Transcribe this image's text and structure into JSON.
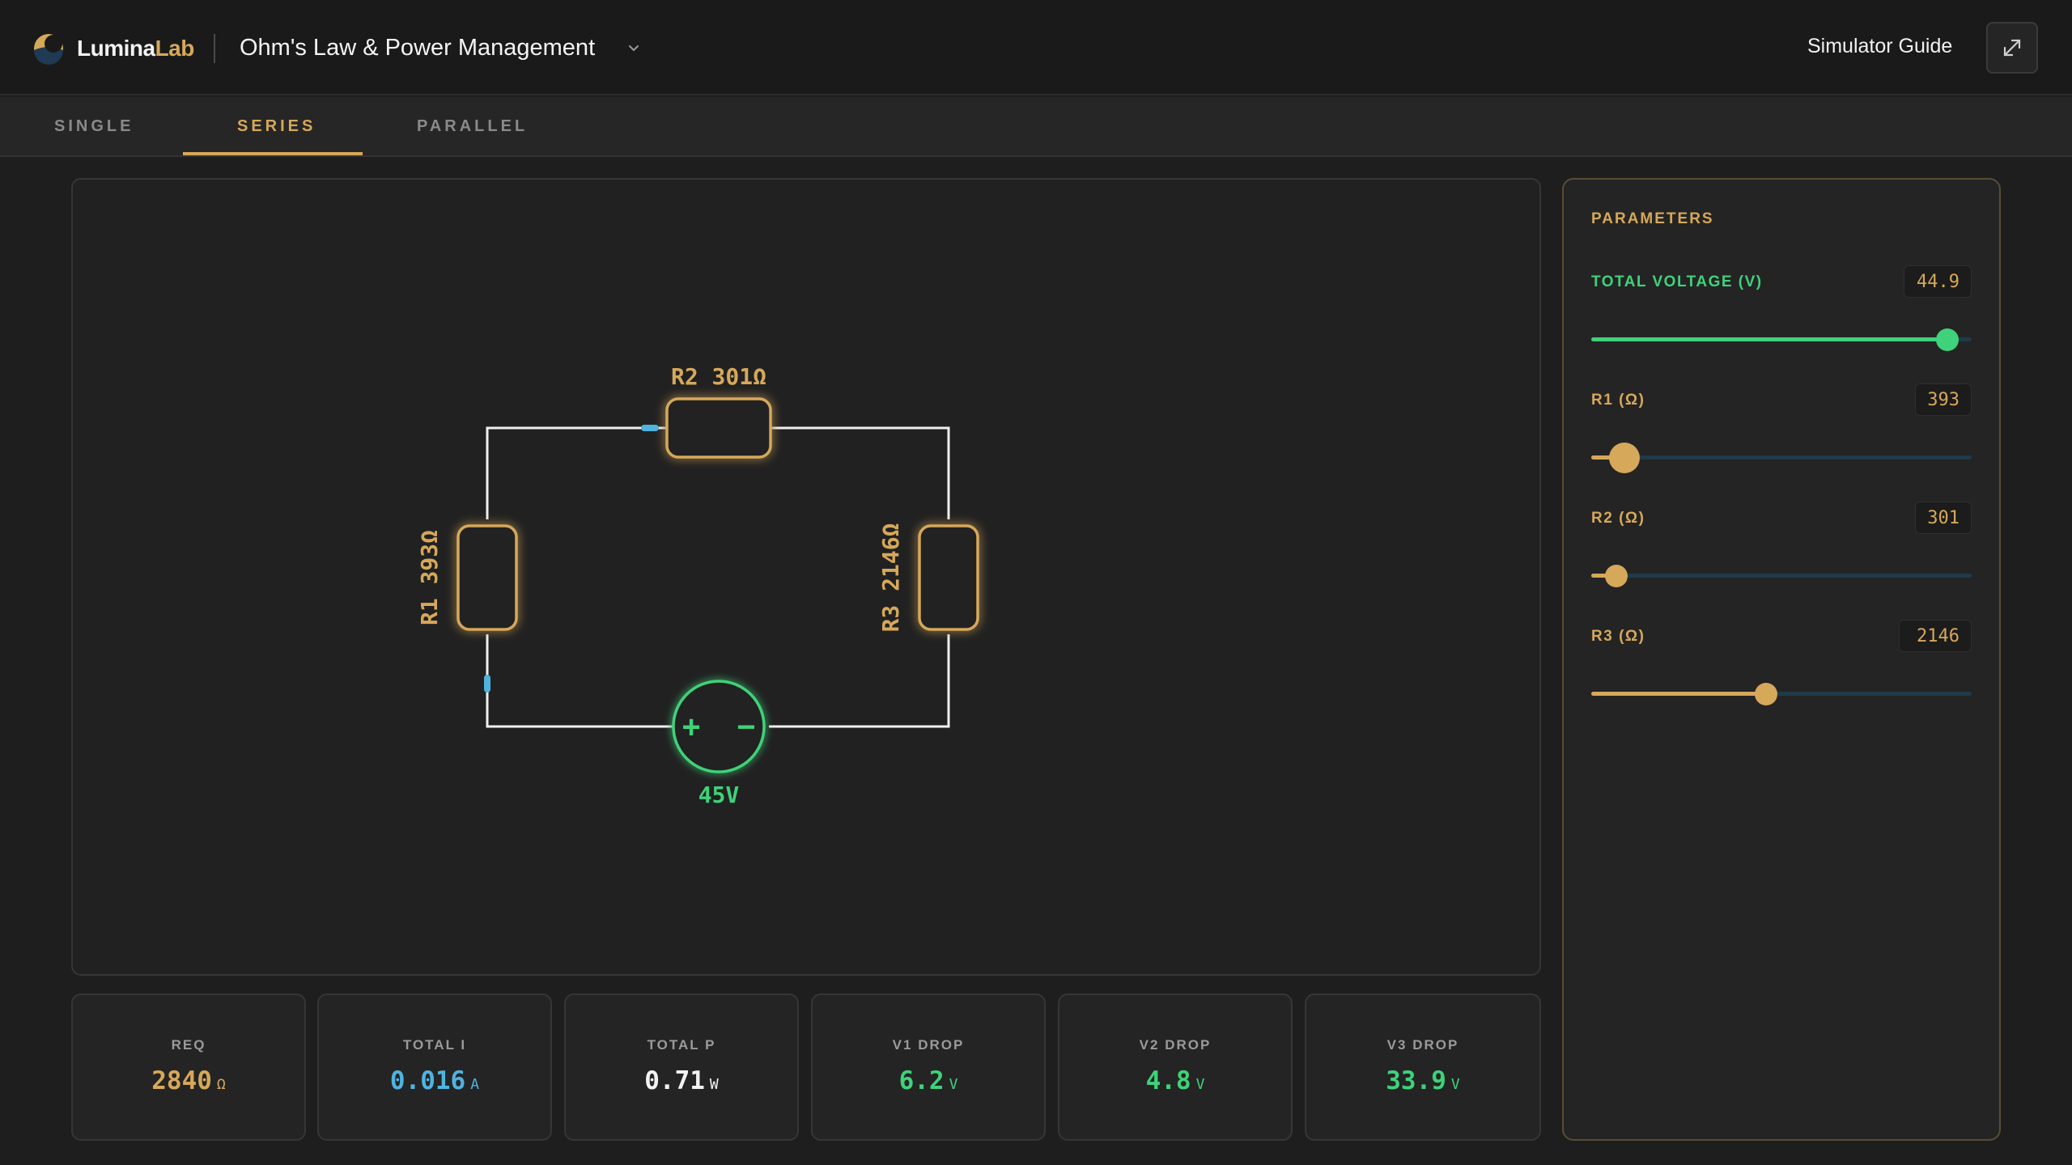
{
  "header": {
    "brand_part1": "Lumina",
    "brand_part2": "Lab",
    "simulation_title": "Ohm's Law & Power Management",
    "guide_label": "Simulator Guide"
  },
  "tabs": [
    {
      "label": "SINGLE",
      "active": false
    },
    {
      "label": "SERIES",
      "active": true
    },
    {
      "label": "PARALLEL",
      "active": false
    }
  ],
  "circuit": {
    "r1_label": "R1 393Ω",
    "r2_label": "R2 301Ω",
    "r3_label": "R3 2146Ω",
    "source_label": "45V",
    "source_plus": "+",
    "source_minus": "−"
  },
  "parameters": {
    "title": "PARAMETERS",
    "voltage": {
      "label": "TOTAL VOLTAGE (V)",
      "value": "44.9",
      "fraction": 0.935
    },
    "r1": {
      "label": "R1 (Ω)",
      "value": "393",
      "fraction": 0.085
    },
    "r2": {
      "label": "R2 (Ω)",
      "value": "301",
      "fraction": 0.065
    },
    "r3": {
      "label": "R3 (Ω)",
      "value": "2146",
      "fraction": 0.46
    }
  },
  "metrics": [
    {
      "label": "REQ",
      "value": "2840",
      "unit": "Ω"
    },
    {
      "label": "TOTAL I",
      "value": "0.016",
      "unit": "A"
    },
    {
      "label": "TOTAL P",
      "value": "0.71",
      "unit": "W"
    },
    {
      "label": "V1 DROP",
      "value": "6.2",
      "unit": "V"
    },
    {
      "label": "V2 DROP",
      "value": "4.8",
      "unit": "V"
    },
    {
      "label": "V3 DROP",
      "value": "33.9",
      "unit": "V"
    }
  ],
  "colors": {
    "accent_gold": "#d6a85a",
    "accent_green": "#3fd27a",
    "accent_blue": "#4fb3e0",
    "text_white": "#f2f2f2"
  },
  "icons": {
    "logo": "crescent-logo-icon",
    "dropdown": "chevron-down-icon",
    "fullscreen": "expand-icon"
  }
}
